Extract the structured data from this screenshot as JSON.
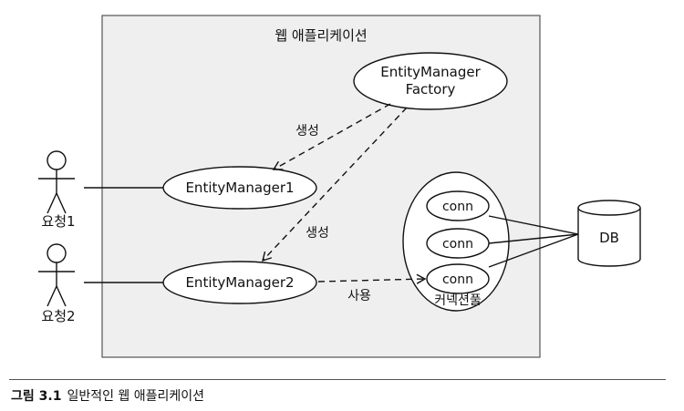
{
  "diagram": {
    "container_title": "웹 애플리케이션",
    "nodes": {
      "emf_line1": "EntityManager",
      "emf_line2": "Factory",
      "em1": "EntityManager1",
      "em2": "EntityManager2",
      "conn": [
        "conn",
        "conn",
        "conn"
      ],
      "pool_label": "커넥션풀",
      "db": "DB"
    },
    "actors": [
      "요청1",
      "요청2"
    ],
    "edge_labels": {
      "create1": "생성",
      "create2": "생성",
      "use": "사용"
    },
    "colors": {
      "container_fill": "#efefef",
      "stroke": "#111111",
      "node_fill": "#ffffff"
    }
  },
  "caption": {
    "figure_number": "그림 3.1",
    "text": "일반적인 웹 애플리케이션"
  }
}
